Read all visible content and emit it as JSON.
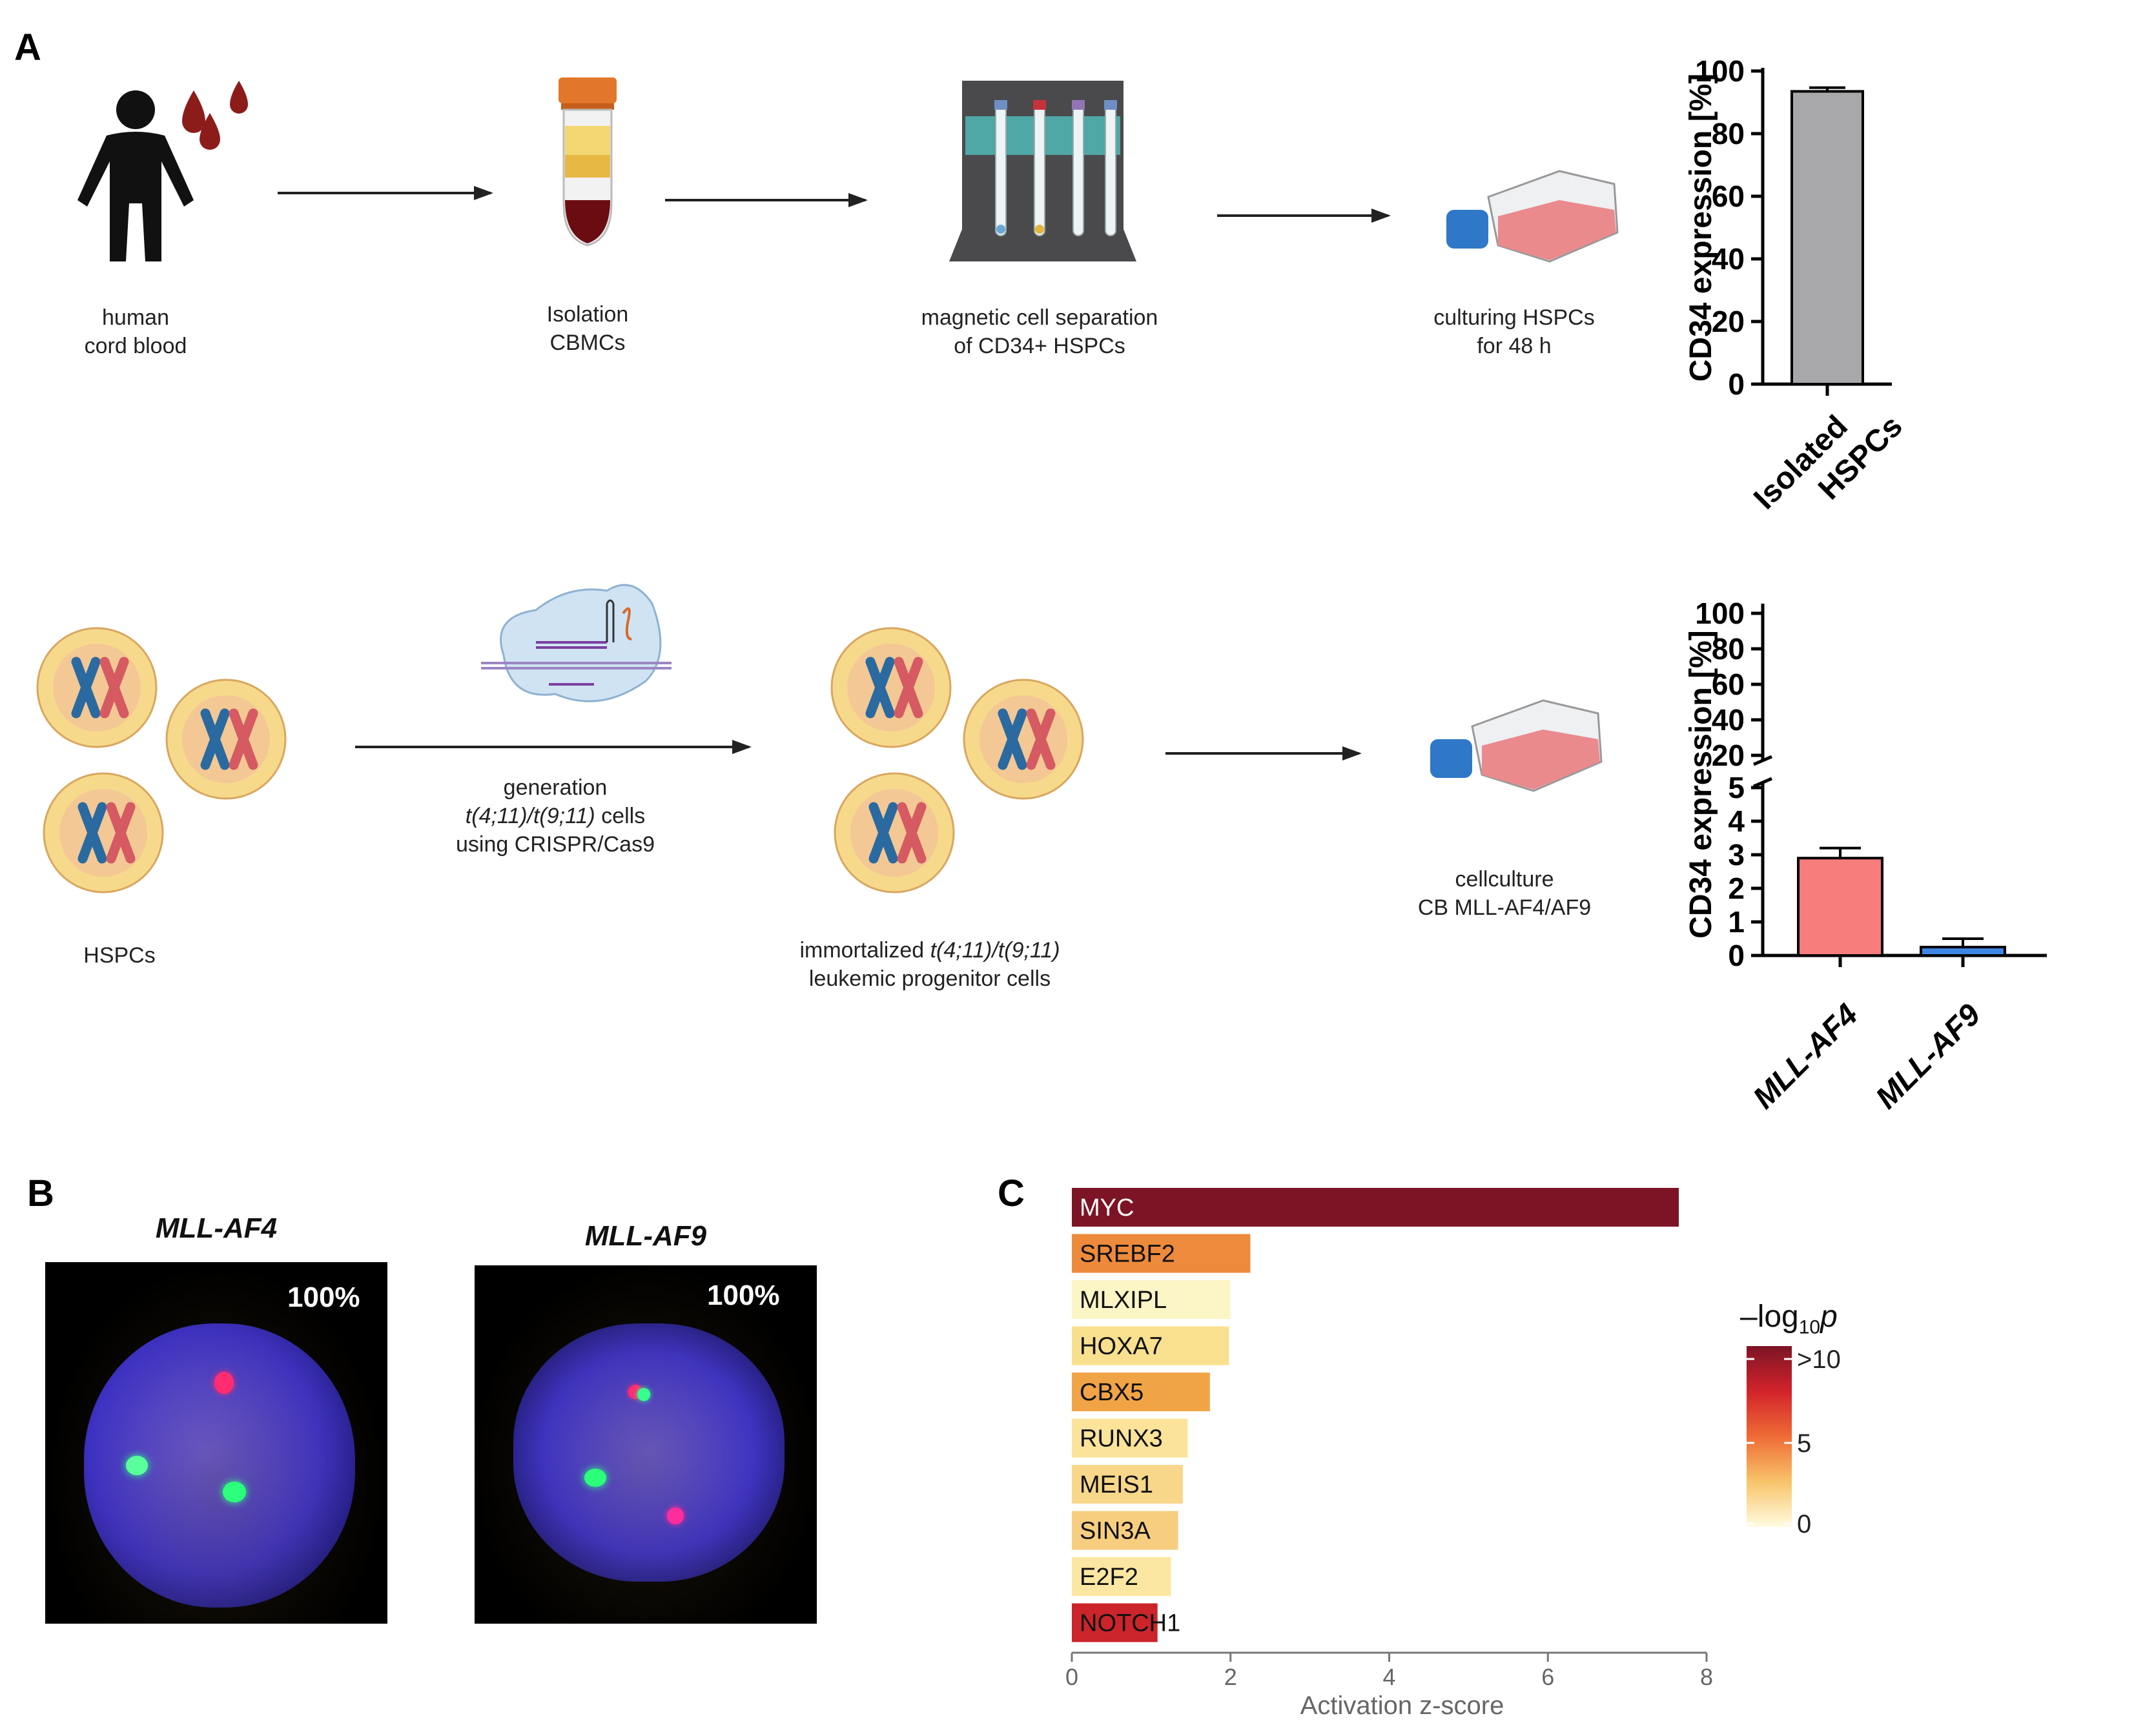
{
  "panels": {
    "a": "A",
    "b": "B",
    "c": "C"
  },
  "workflow1": {
    "step1": [
      "human",
      "cord blood"
    ],
    "step2": [
      "Isolation",
      "CBMCs"
    ],
    "step3": [
      "magnetic cell separation",
      "of CD34+ HSPCs"
    ],
    "step4": [
      "culturing HSPCs",
      "for 48 h"
    ]
  },
  "workflow2": {
    "step1": "HSPCs",
    "crispr_line1": "generation",
    "crispr_line2_italic": "t(4;11)/t(9;11)",
    "crispr_line2_rest": " cells",
    "crispr_line3": "using CRISPR/Cas9",
    "immortal_line1_prefix": "immortalized ",
    "immortal_line1_italic": "t(4;11)/t(9;11)",
    "immortal_line2": "leukemic progenitor cells",
    "culture_line1": "cellculture",
    "culture_line2": "CB MLL-AF4/AF9"
  },
  "microscopy": {
    "left_title": "MLL-AF4",
    "left_pct": "100%",
    "right_title": "MLL-AF9",
    "right_pct": "100%"
  },
  "colorbar": {
    "title_prefix": "–log",
    "title_sub": "10",
    "title_suffix": "p",
    "ticks": [
      ">10",
      "5",
      "0"
    ]
  },
  "chart_data": [
    {
      "type": "bar",
      "ylabel": "CD34 expression [%]",
      "categories": [
        "Isolated HSPCs"
      ],
      "category_lines": [
        [
          "Isolated",
          "HSPCs"
        ]
      ],
      "values": [
        93.5
      ],
      "errors": [
        1.2
      ],
      "ylim": [
        0,
        100
      ],
      "yticks": [
        0,
        20,
        40,
        60,
        80,
        100
      ],
      "colors": [
        "#a8a8ab"
      ]
    },
    {
      "type": "bar",
      "ylabel": "CD34 expression [%]",
      "categories": [
        "MLL-AF4",
        "MLL-AF9"
      ],
      "values": [
        2.9,
        0.25
      ],
      "errors": [
        0.3,
        0.25
      ],
      "axis_break": true,
      "ylim_lower": [
        0,
        5
      ],
      "yticks_lower": [
        0,
        1,
        2,
        3,
        4,
        5
      ],
      "ylim_upper": [
        20,
        100
      ],
      "yticks_upper": [
        20,
        40,
        60,
        80,
        100
      ],
      "colors": [
        "#f77c7c",
        "#3d86e6"
      ]
    },
    {
      "type": "bar",
      "orientation": "horizontal",
      "xlabel": "Activation z-score",
      "xlim": [
        0,
        8
      ],
      "xticks": [
        0,
        2,
        4,
        6,
        8
      ],
      "categories": [
        "MYC",
        "SREBF2",
        "MLXIPL",
        "HOXA7",
        "CBX5",
        "RUNX3",
        "MEIS1",
        "SIN3A",
        "E2F2",
        "NOTCH1"
      ],
      "values": [
        7.65,
        2.25,
        2.0,
        1.98,
        1.74,
        1.46,
        1.4,
        1.34,
        1.25,
        1.08
      ],
      "neglog10p": [
        10,
        5.5,
        0.5,
        1.5,
        4.0,
        2.0,
        2.0,
        2.5,
        1.2,
        8.5
      ],
      "colors": [
        "#7d1425",
        "#ee8a3c",
        "#fcf5c5",
        "#f9e08e",
        "#f1a446",
        "#fbe39a",
        "#f8d78a",
        "#f7ce80",
        "#fce7a2",
        "#cb242b"
      ]
    }
  ]
}
